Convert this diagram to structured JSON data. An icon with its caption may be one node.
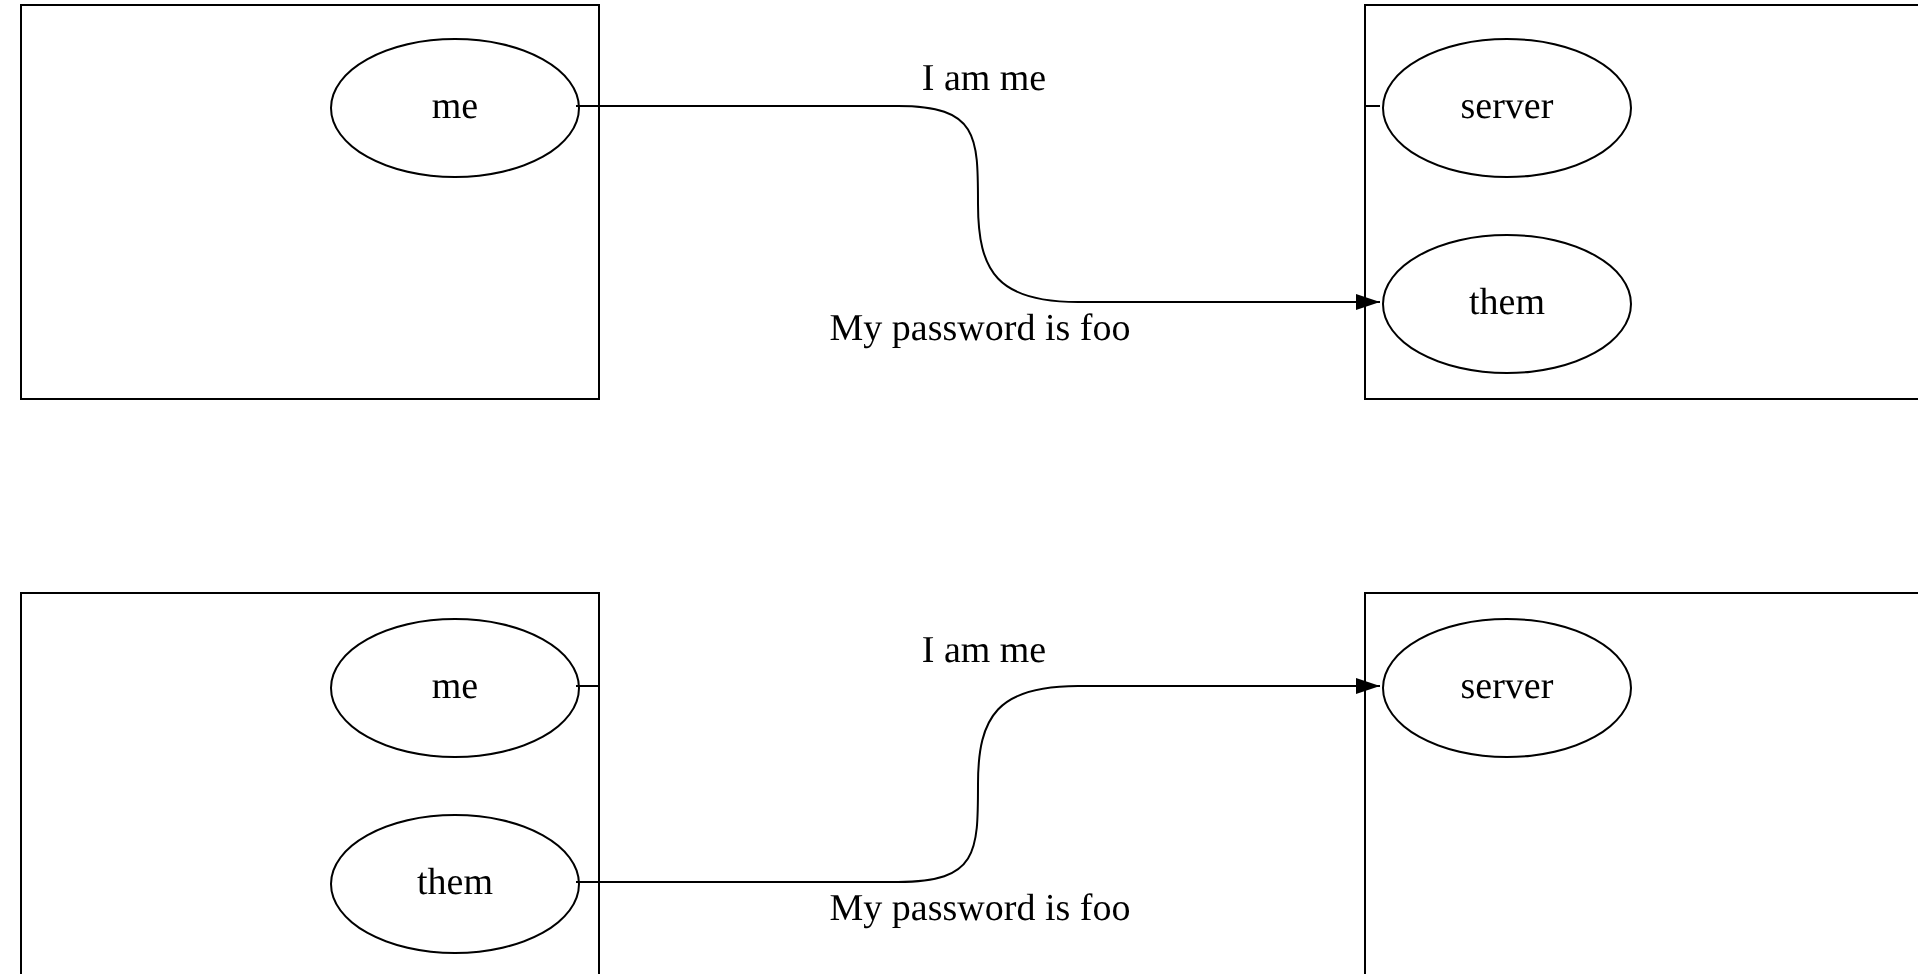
{
  "diagram": {
    "nodes": [
      {
        "text": [],
        "shape": "box"
      },
      {
        "text": [
          "me"
        ],
        "in": 0
      },
      {
        "text": [],
        "shape": "box"
      },
      {
        "text": [
          "server"
        ],
        "in": 2
      },
      {
        "text": [
          "them"
        ],
        "in": 2
      },
      {
        "text": [],
        "shape": "box"
      },
      {
        "text": [
          "me"
        ],
        "in": 5
      },
      {
        "text": [
          "them"
        ],
        "in": 5
      },
      {
        "text": [],
        "shape": "box"
      },
      {
        "text": [
          "server"
        ],
        "in": 8
      }
    ],
    "edges": [
      {
        "from": 1,
        "to": 4,
        "arrow": "to"
      },
      {
        "from": 2,
        "to": 3,
        "arrow": "none"
      },
      {
        "from": 6,
        "to": 5,
        "arrow": "none"
      },
      {
        "from": 7,
        "to": 9,
        "arrow": "to"
      }
    ],
    "labels": [
      "I am me",
      "My password is foo",
      "I am me",
      "My password is foo"
    ]
  }
}
